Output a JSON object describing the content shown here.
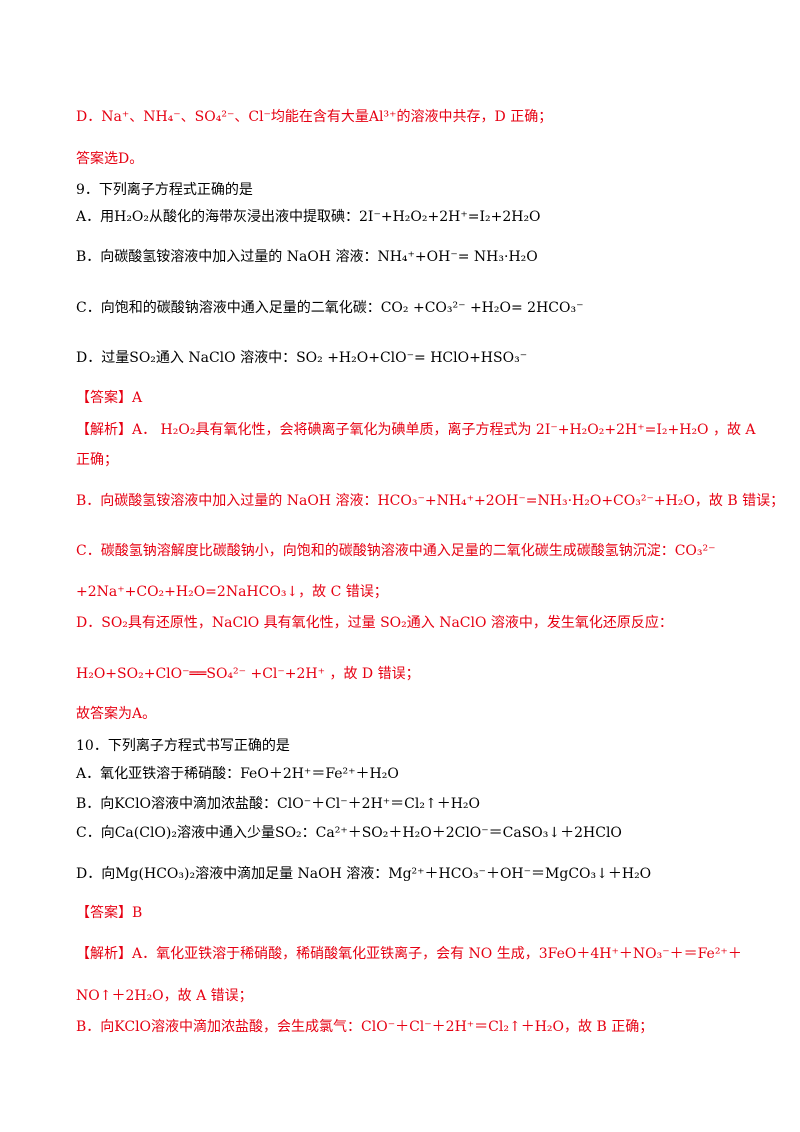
{
  "colors": {
    "answer_red": "#e60012",
    "text_black": "#000000"
  },
  "lines": [
    {
      "id": "d-prev",
      "color": "red",
      "text": "D．Na⁺、NH₄⁻、SO₄²⁻、Cl⁻均能在含有大量Al³⁺的溶液中共存，D 正确；"
    },
    {
      "id": "ans-d",
      "color": "red",
      "text": "答案选D。"
    },
    {
      "id": "q9",
      "color": "black",
      "text": "9．下列离子方程式正确的是"
    },
    {
      "id": "q9a",
      "color": "black",
      "text": "A．用H₂O₂从酸化的海带灰浸出液中提取碘：2I⁻+H₂O₂+2H⁺=I₂+2H₂O"
    },
    {
      "id": "q9b",
      "color": "black",
      "text": "B．向碳酸氢铵溶液中加入过量的 NaOH 溶液：NH₄⁺+OH⁻= NH₃·H₂O"
    },
    {
      "id": "q9c",
      "color": "black",
      "text": "C．向饱和的碳酸钠溶液中通入足量的二氧化碳：CO₂ +CO₃²⁻ +H₂O= 2HCO₃⁻"
    },
    {
      "id": "q9d",
      "color": "black",
      "text": "D．过量SO₂通入 NaClO 溶液中：SO₂ +H₂O+ClO⁻= HClO+HSO₃⁻"
    },
    {
      "id": "a9",
      "color": "red",
      "text": "【答案】A"
    },
    {
      "id": "j9a1",
      "color": "red",
      "text": "【解析】A． H₂O₂具有氧化性，会将碘离子氧化为碘单质，离子方程式为 2I⁻+H₂O₂+2H⁺=I₂+H₂O ，故 A"
    },
    {
      "id": "j9a2",
      "color": "red",
      "text": "正确；"
    },
    {
      "id": "j9b",
      "color": "red",
      "text": "B．向碳酸氢铵溶液中加入过量的 NaOH 溶液：HCO₃⁻+NH₄⁺+2OH⁻=NH₃·H₂O+CO₃²⁻+H₂O，故 B 错误；"
    },
    {
      "id": "j9c1",
      "color": "red",
      "text": "C．碳酸氢钠溶解度比碳酸钠小，向饱和的碳酸钠溶液中通入足量的二氧化碳生成碳酸氢钠沉淀：CO₃²⁻"
    },
    {
      "id": "j9c2",
      "color": "red",
      "text": "+2Na⁺+CO₂+H₂O=2NaHCO₃↓，故 C 错误；"
    },
    {
      "id": "j9d1",
      "color": "red",
      "text": "D．SO₂具有还原性，NaClO 具有氧化性，过量 SO₂通入 NaClO 溶液中，发生氧化还原反应："
    },
    {
      "id": "j9d2",
      "color": "red",
      "text": "H₂O+SO₂+ClO⁻══SO₄²⁻ +Cl⁻+2H⁺ ，故 D 错误；"
    },
    {
      "id": "end9",
      "color": "red",
      "text": "故答案为A。"
    },
    {
      "id": "q10",
      "color": "black",
      "text": "10．下列离子方程式书写正确的是"
    },
    {
      "id": "q10a",
      "color": "black",
      "text": "A．氧化亚铁溶于稀硝酸：FeO＋2H⁺＝Fe²⁺＋H₂O"
    },
    {
      "id": "q10b",
      "color": "black",
      "text": "B．向KClO溶液中滴加浓盐酸：ClO⁻＋Cl⁻＋2H⁺＝Cl₂↑＋H₂O"
    },
    {
      "id": "q10c",
      "color": "black",
      "text": "C．向Ca(ClO)₂溶液中通入少量SO₂：Ca²⁺＋SO₂＋H₂O＋2ClO⁻＝CaSO₃↓＋2HClO"
    },
    {
      "id": "q10d",
      "color": "black",
      "text": "D．向Mg(HCO₃)₂溶液中滴加足量 NaOH 溶液：Mg²⁺＋HCO₃⁻＋OH⁻＝MgCO₃↓＋H₂O"
    },
    {
      "id": "a10",
      "color": "red",
      "text": "【答案】B"
    },
    {
      "id": "j10a1",
      "color": "red",
      "text": "【解析】A．氧化亚铁溶于稀硝酸，稀硝酸氧化亚铁离子，会有 NO 生成，3FeO＋4H⁺＋NO₃⁻＋＝Fe²⁺＋"
    },
    {
      "id": "j10a2",
      "color": "red",
      "text": "NO↑＋2H₂O，故 A 错误；"
    },
    {
      "id": "j10b",
      "color": "red",
      "text": "B．向KClO溶液中滴加浓盐酸，会生成氯气：ClO⁻＋Cl⁻＋2H⁺＝Cl₂↑＋H₂O，故 B 正确；"
    }
  ]
}
